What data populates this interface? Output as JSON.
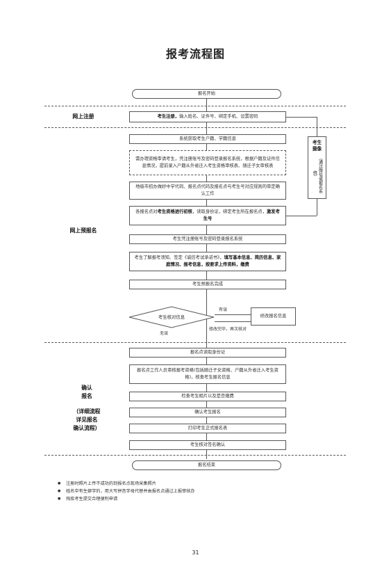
{
  "title": "报考流程图",
  "sections": {
    "online_reg": "网上注册",
    "pre_reg": "网上预报名",
    "confirm_l1": "确认",
    "confirm_l2": "报名",
    "confirm_detail_l1": "（详细流程",
    "confirm_detail_l2": "详见报名",
    "confirm_detail_l3": "确认流程）"
  },
  "side_box": {
    "text": "（通过微信或报名系统）",
    "bold_l1": "考生",
    "bold_l2": "摄像"
  },
  "steps": {
    "start": "报名开始",
    "s1_bold": "考生注册，",
    "s1": "输入姓名、证件号、绑定手机、设置密码",
    "s2": "系统获取考生户籍、学籍信息",
    "s3": "需办理资格审请考生，凭注册账号及密码登录报名系统，根据户籍及证件信息情况，提前录入户籍从外省迁入考生资格审核表、随迁子女审核表",
    "s4": "地级市招办做好中学代码、报名点代码及报名点与考生号对应规则的审定确认工作",
    "s5_a": "各报名点对",
    "s5_b": "考生资格进行初核",
    "s5_c": "，读取身份证，绑定考生所在报名点，",
    "s5_d": "激发考生号",
    "s6": "考生凭注册账号及密码登录报名系统",
    "s7_a": "考生了解报考须知、签定《诚信考试承诺书》，",
    "s7_b": "填写基本信息、简历信息、家庭情况、报考信息，按要求上传资料，缴费",
    "s8": "考生预报名完成",
    "check": "考生核对信息",
    "modify": "修改报名信息",
    "err": "有误",
    "ok": "无误",
    "recheck": "修改完毕，再次核对",
    "s9": "报名点读取身份证",
    "s10": "报名点工作人员审核报考资格(包括随迁子女资格、户籍从外省迁入考生资格)，核查考生报名信息",
    "s11": "检查考生相片以及是否缴费",
    "s12": "确认考生报名",
    "s13": "打印考生正式报名表",
    "s14": "考生核对签名确认",
    "end": "报名结束"
  },
  "notes": [
    "注册时照片上传不成功的到报名点现场采集照片",
    "姓名中有生僻字的，用大写拼音字母代替并由报名点通过上报审核办",
    "残疾考生提交合理便利申请"
  ],
  "page_number": "31"
}
